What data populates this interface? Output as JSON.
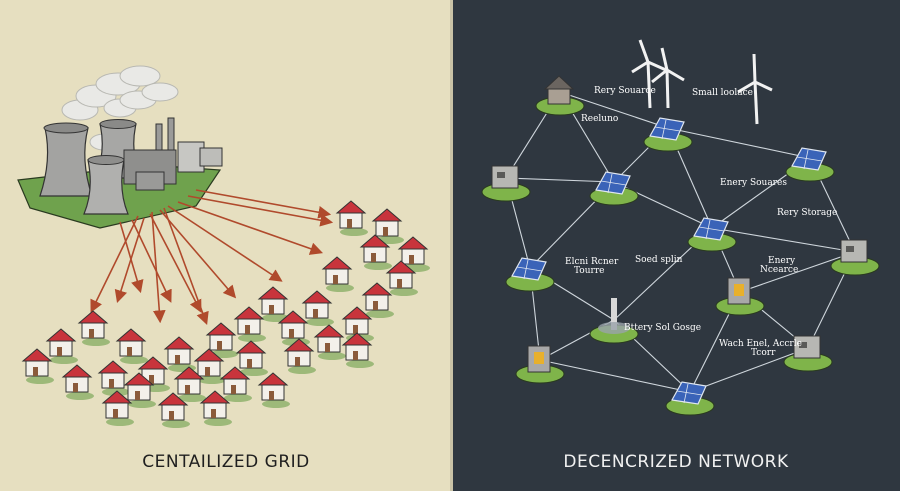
{
  "left_panel": {
    "caption": "CENTAILIZED GRID",
    "background": "#e6dfc0",
    "arrow_color": "#b04a2c",
    "roof_color": "#c8343c"
  },
  "right_panel": {
    "caption": "DECENCRIZED NETWORK",
    "background": "#2f3740",
    "link_color": "#cfd6dc",
    "labels": [
      "Rery Souarce",
      "Small loolace",
      "Reeluno",
      "Enery Souares",
      "Rery Storage",
      "Elcni Rcner",
      "Tourre",
      "Soed splin",
      "Enery",
      "Ncearce",
      "Bttery Sol Gosge",
      "Wach Enel, Accrle",
      "Tcorr"
    ]
  }
}
